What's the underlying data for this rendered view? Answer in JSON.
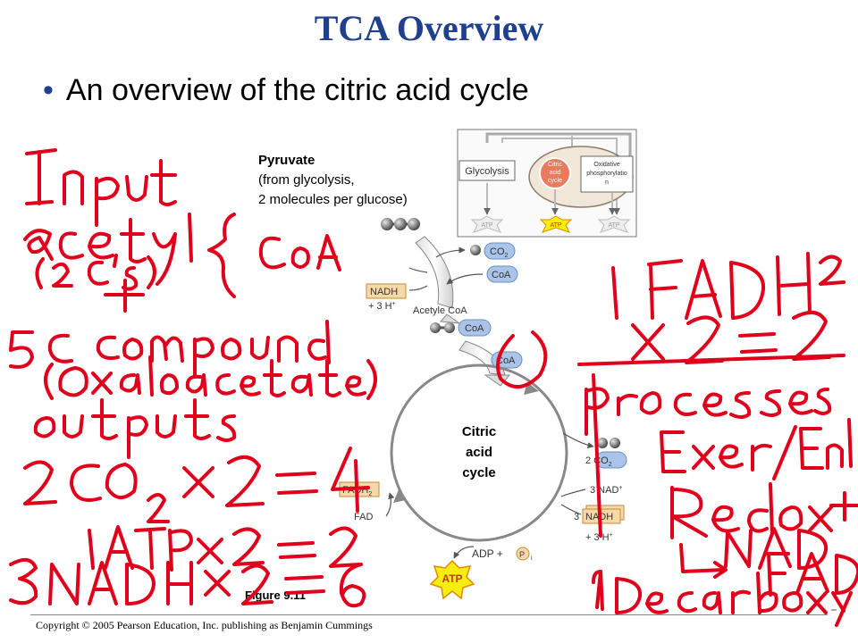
{
  "slide": {
    "title": "TCA Overview",
    "bullet": "An overview of the citric acid cycle",
    "copyright": "Copyright © 2005 Pearson Education, Inc. publishing as Benjamin Cummings"
  },
  "figure": {
    "pyruvate_title": "Pyruvate",
    "pyruvate_line2": "(from glycolysis,",
    "pyruvate_line3": "2 molecules per glucose)",
    "co2": "CO",
    "co2_sub": "2",
    "coa": "CoA",
    "nadh": "NADH",
    "plus_3h": "+ 3 H",
    "plus_sup": "+",
    "acetyl_coa": "Acetyle CoA",
    "cycle_line1": "Citric",
    "cycle_line2": "acid",
    "cycle_line3": "cycle",
    "two_co2": "2 CO",
    "three_nad": "3 NAD",
    "three_nadh_prefix": "3",
    "fadh2": "FADH",
    "fad": "FAD",
    "adp": "ADP +",
    "pi_p": "P",
    "pi_i": "i",
    "atp": "ATP",
    "figure_label": "Figure 9.11"
  },
  "inset": {
    "glycolysis": "Glycolysis",
    "citric_line1": "Citric",
    "citric_line2": "acid",
    "citric_line3": "cycle",
    "ox_line1": "Oxidative",
    "ox_line2": "phosphorylatio",
    "ox_line3": "n",
    "atp": "ATP"
  },
  "handwriting": {
    "left": [
      "Input",
      "acetyl { CoA",
      "(2 C's)",
      "+",
      "5 C compound",
      "(Oxaloacetate)",
      "outputs",
      "2CO2 x 2 = 4",
      "1 ATP x 2 = 2",
      "3 NADH x 2 = 6"
    ],
    "right": [
      "1 FADH2",
      "x 2 = 2",
      "processes",
      "Exer/End",
      "Redox",
      "NAD+",
      "FAD",
      "Decarboxy"
    ]
  },
  "colors": {
    "title_blue": "#1f3f8f",
    "ink_red": "#e0001b",
    "cycle_box_orange": "#f7d9a8",
    "coa_blue": "#a9c4e8",
    "atp_yellow": "#f6ee10",
    "molecule_gray": "#8a8a8a"
  }
}
